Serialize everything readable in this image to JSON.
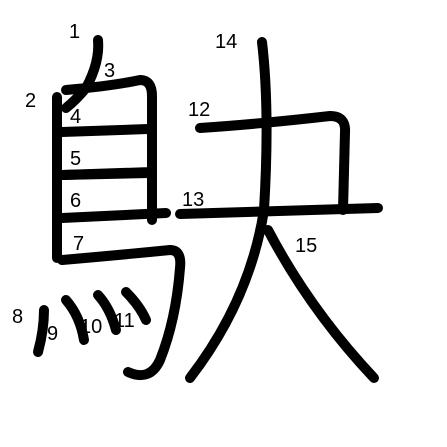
{
  "character": "駃",
  "stroke_color": "#000000",
  "background_color": "#ffffff",
  "stroke_numbers": [
    "1",
    "2",
    "3",
    "4",
    "5",
    "6",
    "7",
    "8",
    "9",
    "10",
    "11",
    "12",
    "13",
    "14",
    "15"
  ]
}
